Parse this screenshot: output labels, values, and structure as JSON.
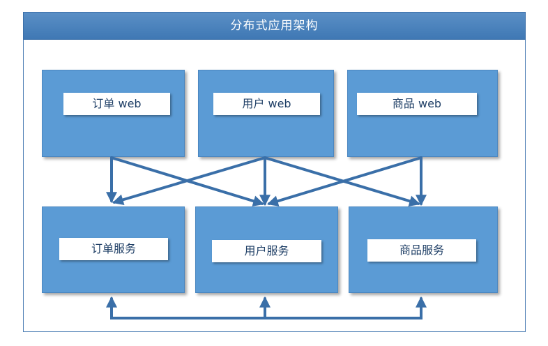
{
  "diagram": {
    "title": "分布式应用架构",
    "web_nodes": [
      {
        "label": "订单 web"
      },
      {
        "label": "用户 web"
      },
      {
        "label": "商品 web"
      }
    ],
    "service_nodes": [
      {
        "label": "订单服务"
      },
      {
        "label": "用户服务"
      },
      {
        "label": "商品服务"
      }
    ],
    "colors": {
      "title_bar": "#4a83bf",
      "node_fill": "#5b9bd5",
      "connector": "#3a6fa8",
      "label_text": "#1f3f66"
    }
  }
}
